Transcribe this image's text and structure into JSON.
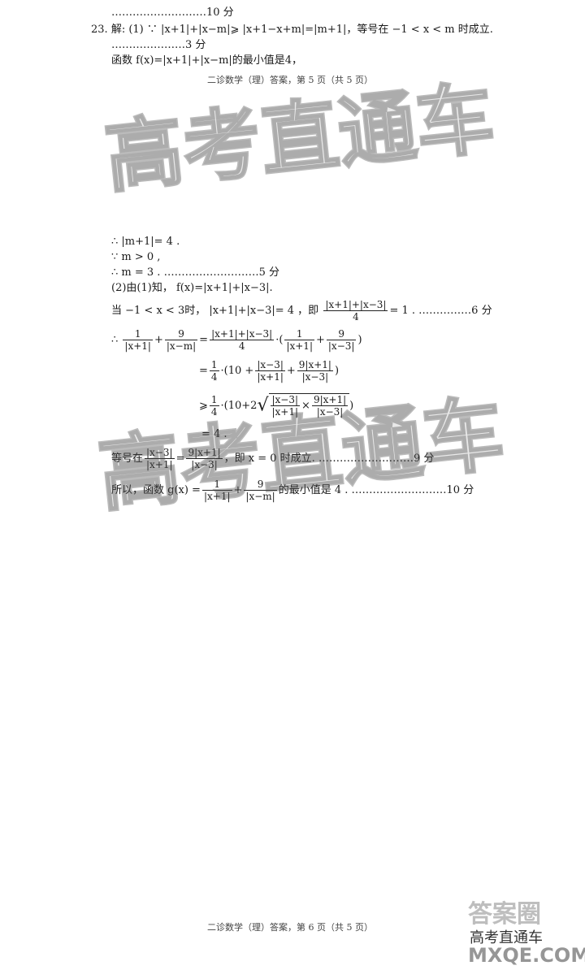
{
  "top_line": {
    "dots": "………………………",
    "score": "10 分"
  },
  "q23": {
    "num": "23.",
    "label": "解: (1)",
    "line1": "∵ |x+1|+|x−m|⩾ |x+1−x+m|=|m+1|，等号在 −1 < x < m 时成立.",
    "line2_dots": "…………………",
    "line2_score": "3 分",
    "line3": "函数 f(x)=|x+1|+|x−m|的最小值是4，"
  },
  "footer_p5": "二诊数学（理）答案，第 5 页（共 5 页）",
  "watermark": "高考直通车",
  "part2": {
    "l1": "∴ |m+1|= 4 .",
    "l2": "∵ m > 0 ,",
    "l3": "∴ m = 3 .",
    "l3_dots": "………………………",
    "l3_score": "5 分",
    "l4": "(2)由(1)知， f(x)=|x+1|+|x−3|.",
    "l5_a": "当 −1 < x < 3时， |x+1|+|x−3|= 4 ，即",
    "l5_num": "|x+1|+|x−3|",
    "l5_den": "4",
    "l5_b": "= 1 .",
    "l5_dots": "……………",
    "l5_score": "6 分",
    "l6_pre": "∴",
    "l6_f1_num": "1",
    "l6_f1_den": "|x+1|",
    "l6_f2_num": "9",
    "l6_f2_den": "|x−m|",
    "l6_f3_num": "|x+1|+|x−3|",
    "l6_f3_den": "4",
    "l6_f4_num": "1",
    "l6_f4_den": "|x+1|",
    "l6_f5_num": "9",
    "l6_f5_den": "|x−3|",
    "l7_f0_num": "1",
    "l7_f0_den": "4",
    "l7_mid": "·(10 +",
    "l7_f1_num": "|x−3|",
    "l7_f1_den": "|x+1|",
    "l7_f2_num": "9|x+1|",
    "l7_f2_den": "|x−3|",
    "l8_pre": "⩾",
    "l8_f0_num": "1",
    "l8_f0_den": "4",
    "l8_mid": "·(10+2",
    "l8_f1_num": "|x−3|",
    "l8_f1_den": "|x+1|",
    "l8_times": "×",
    "l8_f2_num": "9|x+1|",
    "l8_f2_den": "|x−3|",
    "l9": "= 4 .",
    "l10_a": "等号在",
    "l10_f1_num": "|x−3|",
    "l10_f1_den": "|x+1|",
    "l10_f2_num": "9|x+1|",
    "l10_f2_den": "|x−3|",
    "l10_b": "，即 x = 0 时成立.",
    "l10_dots": "………………………",
    "l10_score": "9 分",
    "l11_a": "所以，函数 g(x) =",
    "l11_f1_num": "1",
    "l11_f1_den": "|x+1|",
    "l11_f2_num": "9",
    "l11_f2_den": "|x−m|",
    "l11_b": "的最小值是 4 .",
    "l11_dots": "………………………",
    "l11_score": "10 分"
  },
  "footer_p6": "二诊数学（理）答案，第 6 页（共 5 页）",
  "corner_logo": {
    "line1": "答案圈",
    "line2": "高考直通车",
    "line3": "MXQE.COM"
  }
}
